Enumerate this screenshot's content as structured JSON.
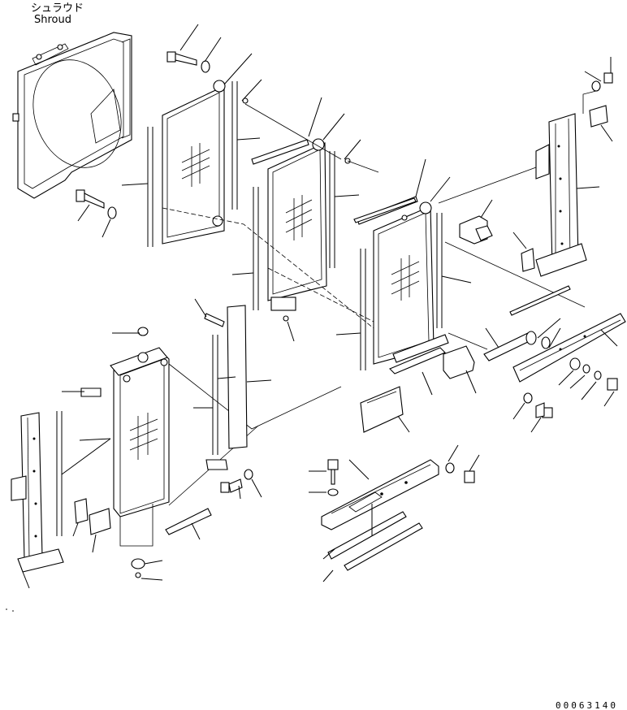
{
  "header": {
    "label_jp": "シュラウド",
    "label_en": "Shroud"
  },
  "footer": {
    "drawing_number": "00063140"
  }
}
